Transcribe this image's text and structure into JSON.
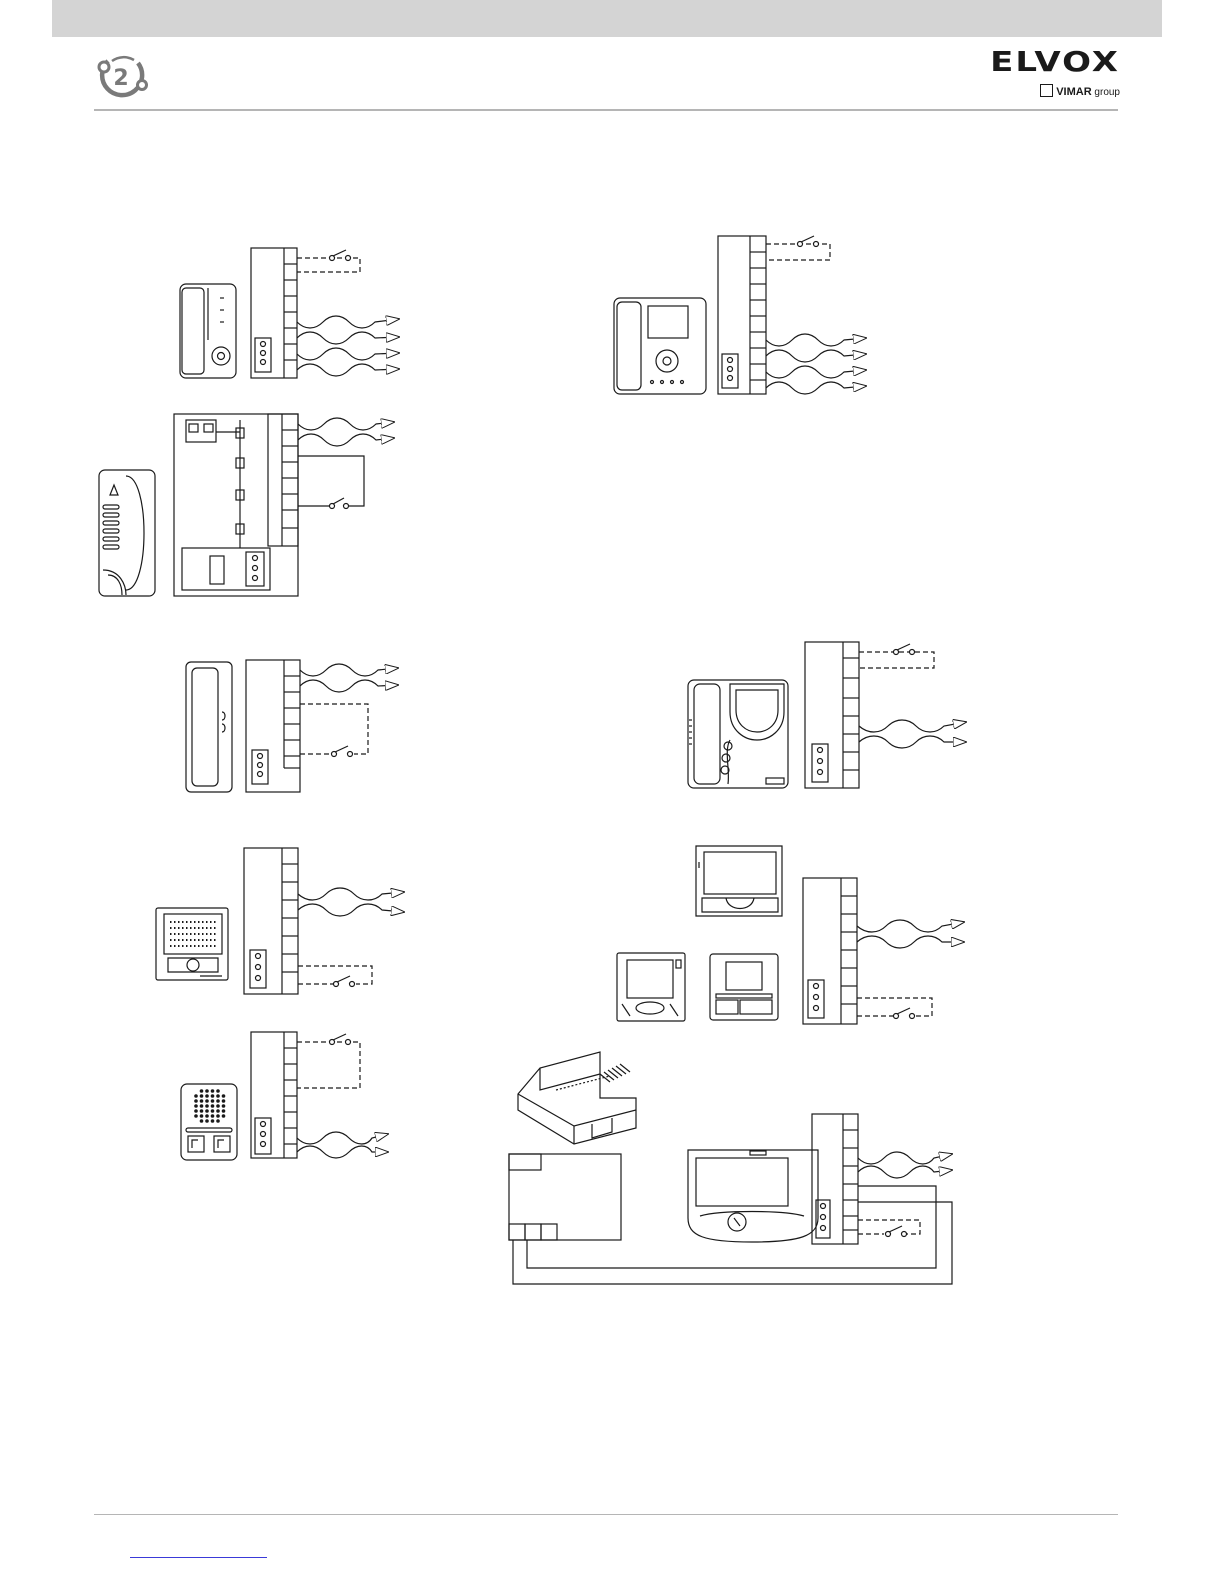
{
  "header": {
    "brand_name": "ELVOX",
    "brand_group_name": "VIMAR",
    "brand_group_suffix": "group",
    "logo_icon": "due-fili-2-wire-logo-icon"
  },
  "colors": {
    "header_band": "#d4d4d4",
    "rule": "#b5b5b5",
    "ink": "#1a1a1a",
    "link": "#3a3ad8"
  },
  "diagrams": [
    {
      "id": "interphone-slim",
      "device": "handset-interphone-icon"
    },
    {
      "id": "video-monitor-compact",
      "device": "video-handset-monitor-icon"
    },
    {
      "id": "interphone-with-adapter",
      "device": "wall-interphone-icon"
    },
    {
      "id": "interphone-basic",
      "device": "handset-interphone-icon"
    },
    {
      "id": "video-interphone",
      "device": "video-handset-monitor-icon"
    },
    {
      "id": "handsfree-speaker",
      "device": "handsfree-speaker-icon"
    },
    {
      "id": "video-monitors-handsfree",
      "device": "handsfree-video-monitor-icon"
    },
    {
      "id": "handsfree-grille",
      "device": "handsfree-grille-icon"
    },
    {
      "id": "video-monitor-with-power-supply",
      "device": "power-supply-din-icon"
    }
  ]
}
